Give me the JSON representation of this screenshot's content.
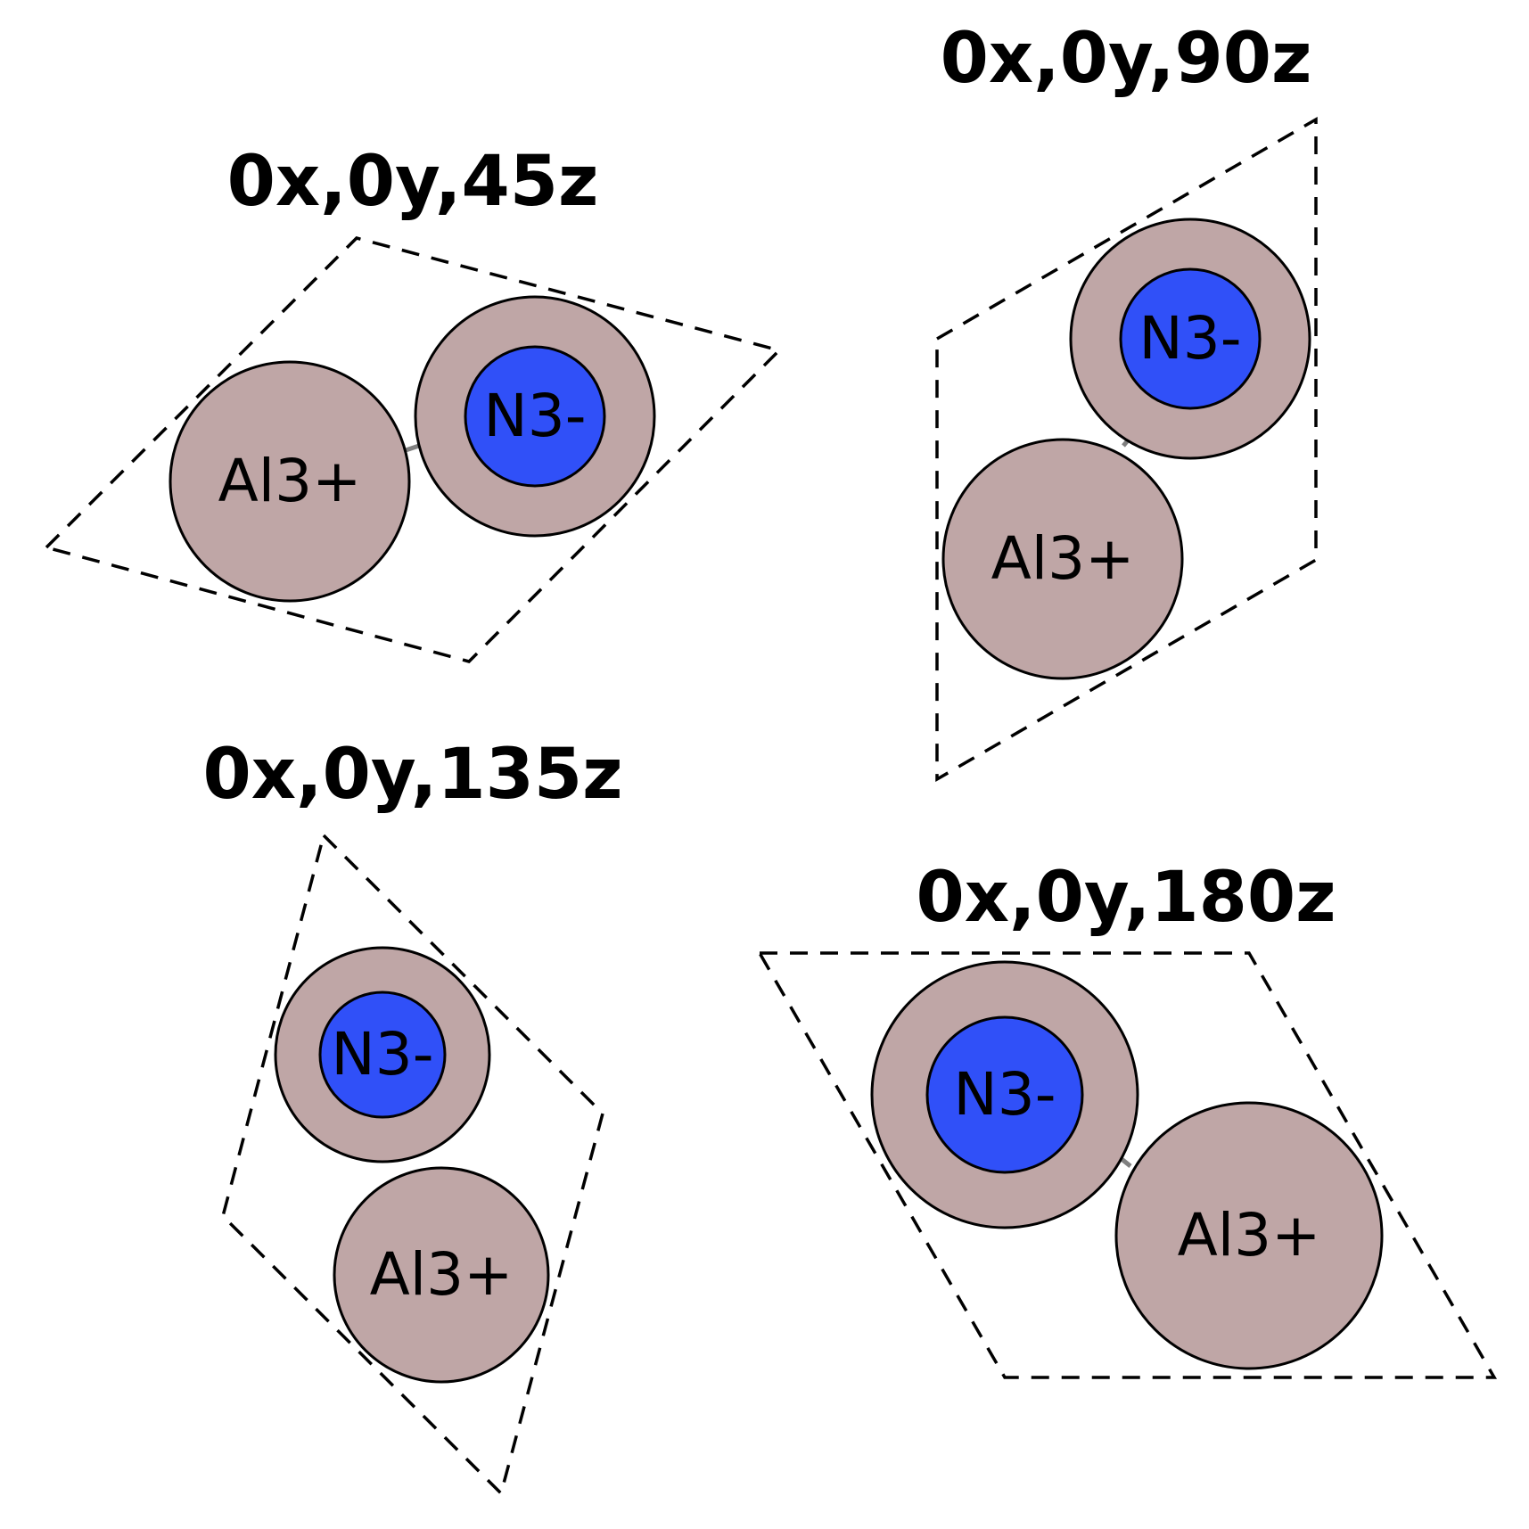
{
  "colors": {
    "aluminum": "#bfa6a6",
    "nitrogen": "#3050f8",
    "outline": "#000000",
    "bond": "#808080"
  },
  "panels": [
    {
      "title": "0x,0y,45z",
      "ions": {
        "al": "Al3+",
        "n": "N3-"
      }
    },
    {
      "title": "0x,0y,90z",
      "ions": {
        "al": "Al3+",
        "n": "N3-"
      }
    },
    {
      "title": "0x,0y,135z",
      "ions": {
        "al": "Al3+",
        "n": "N3-"
      }
    },
    {
      "title": "0x,0y,180z",
      "ions": {
        "al": "Al3+",
        "n": "N3-"
      }
    }
  ]
}
